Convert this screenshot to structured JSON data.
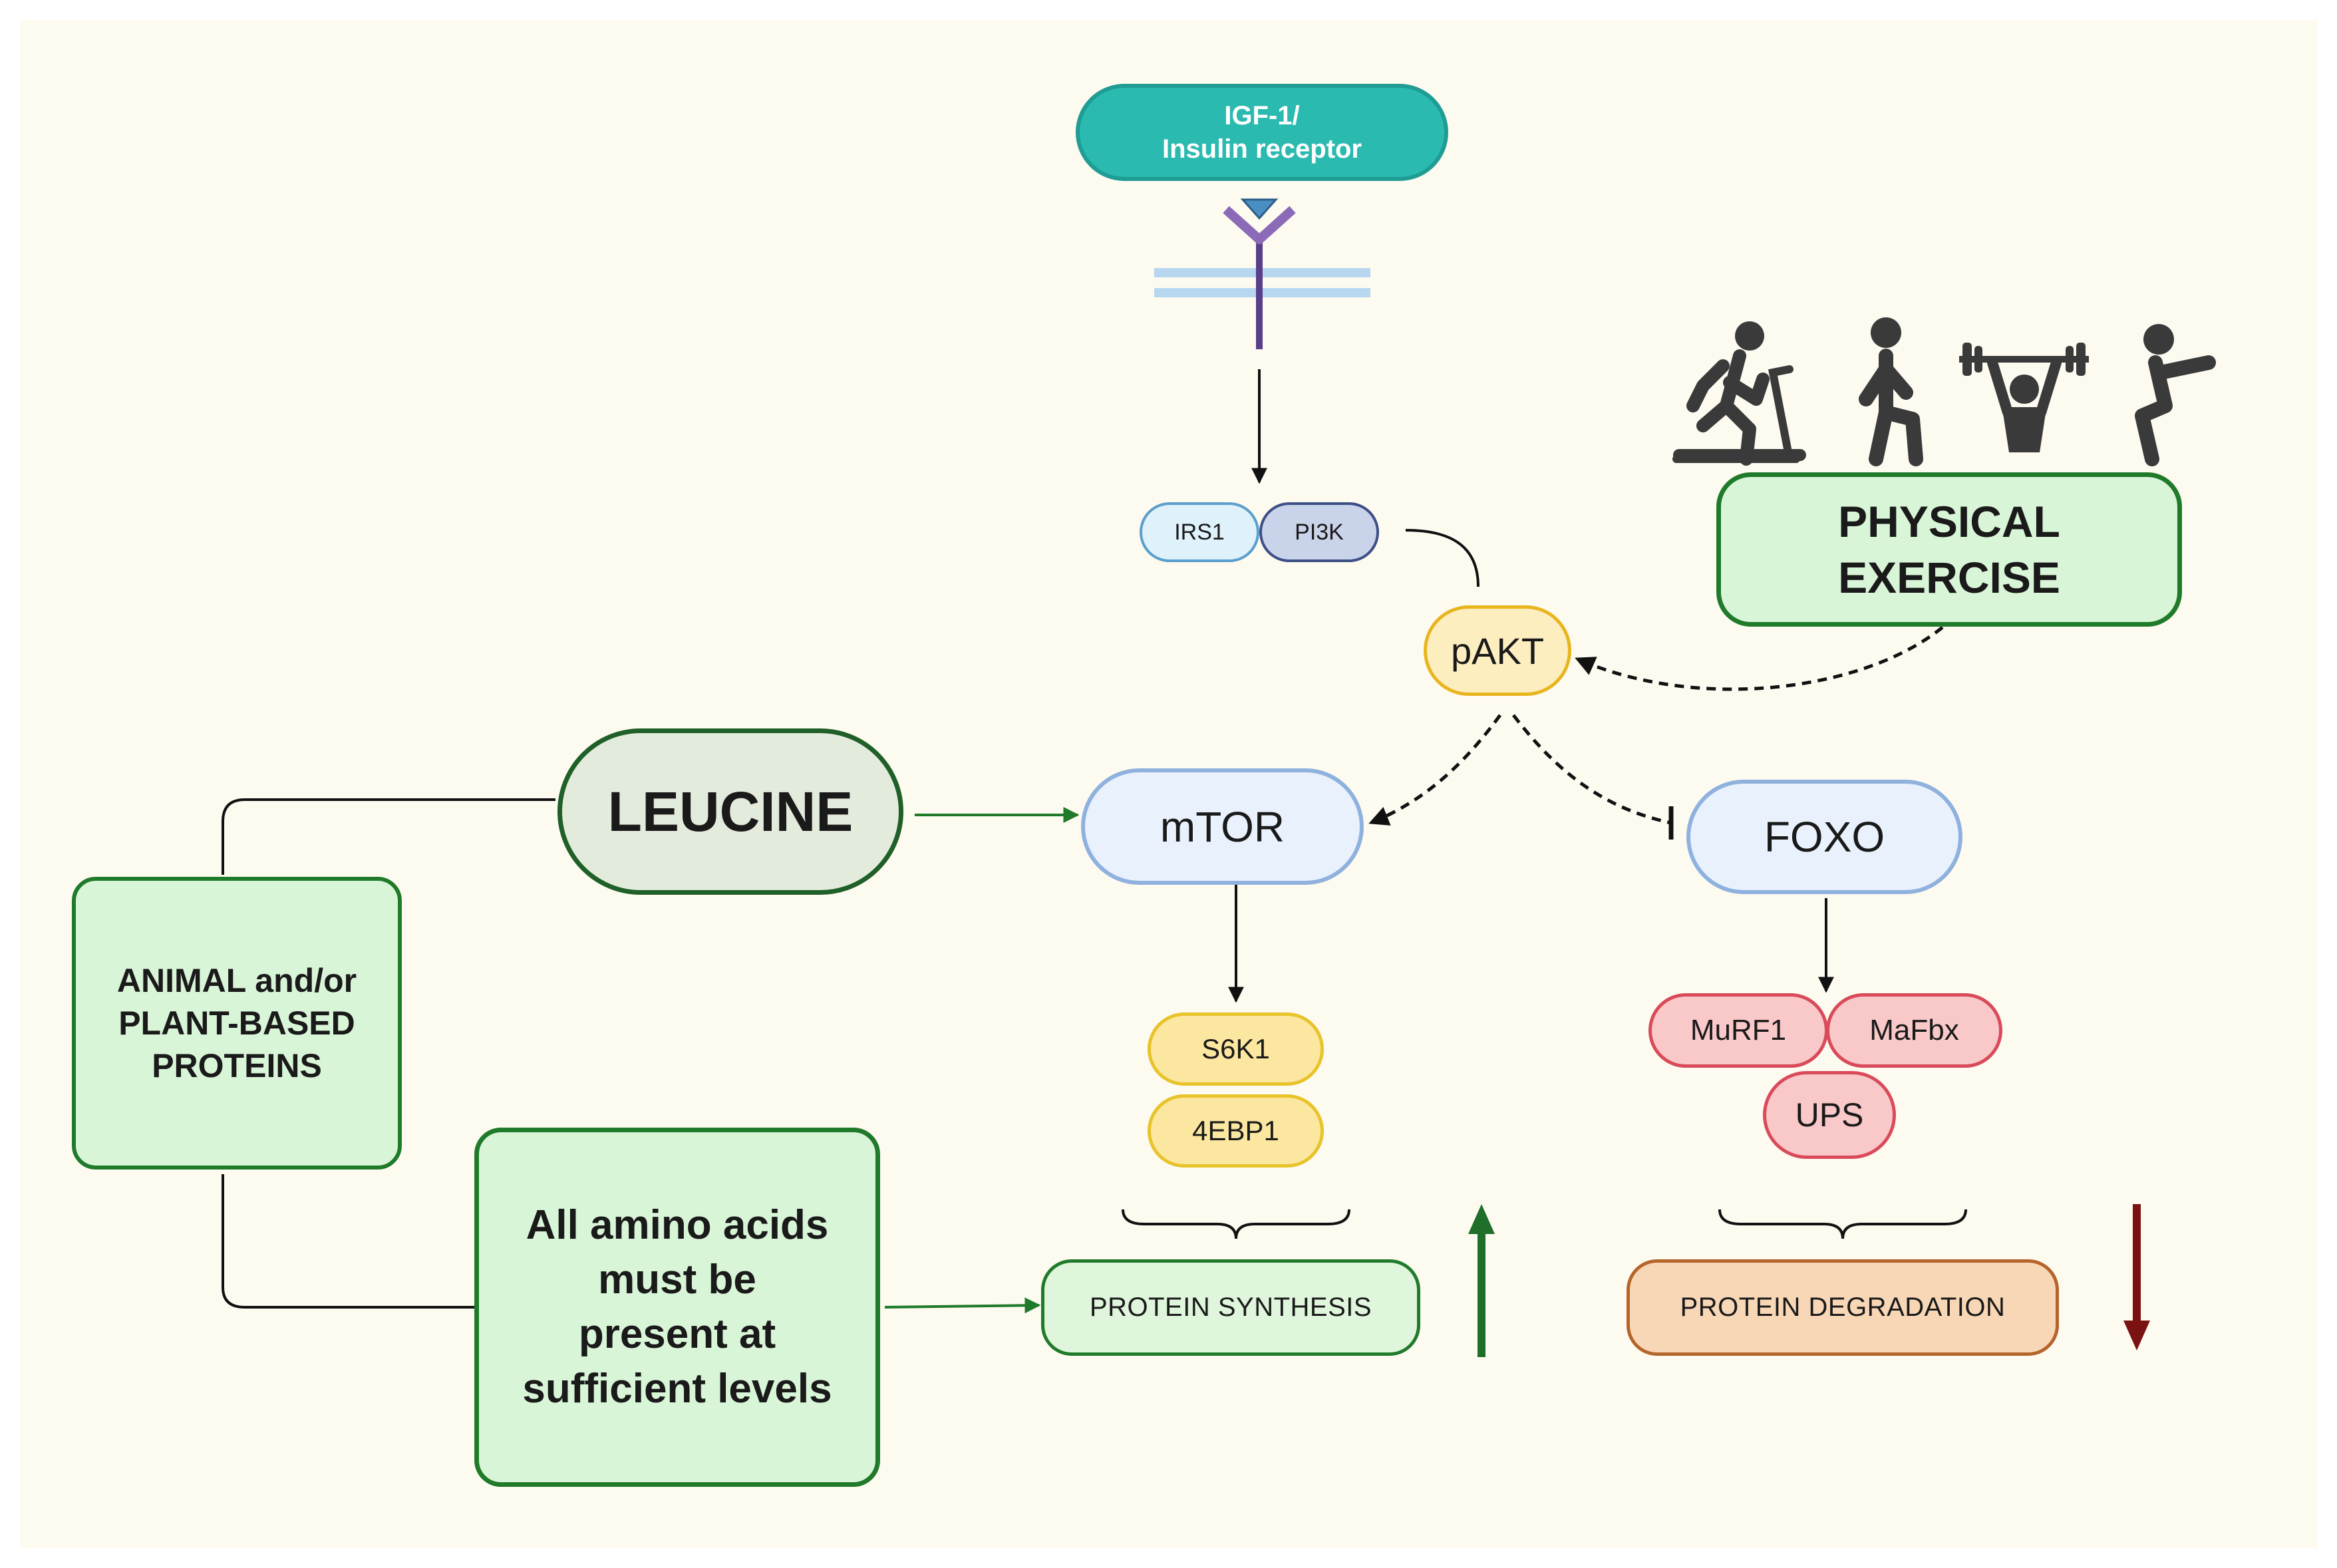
{
  "receptor": {
    "line1": "IGF-1/",
    "line2": "Insulin receptor"
  },
  "nodes": {
    "irs1": "IRS1",
    "pi3k": "PI3K",
    "pakt": "pAKT",
    "mtor": "mTOR",
    "foxo": "FOXO",
    "s6k1": "S6K1",
    "4ebp1": "4EBP1",
    "murf1": "MuRF1",
    "mafbx": "MaFbx",
    "ups": "UPS",
    "leucine": "LEUCINE"
  },
  "boxes": {
    "exercise_line1": "PHYSICAL",
    "exercise_line2": "EXERCISE",
    "proteins_line1": "ANIMAL and/or",
    "proteins_line2": "PLANT-BASED",
    "proteins_line3": "PROTEINS",
    "amino_line1": "All amino acids",
    "amino_line2": "must be",
    "amino_line3": "present at",
    "amino_line4": "sufficient levels"
  },
  "outcomes": {
    "synthesis": "PROTEIN SYNTHESIS",
    "degradation": "PROTEIN DEGRADATION"
  },
  "icons": [
    "treadmill-runner-icon",
    "step-up-icon",
    "weightlifter-icon",
    "squat-icon",
    "receptor-icon",
    "up-arrow-icon",
    "down-arrow-icon"
  ],
  "colors": {
    "teal": "#2bbab0",
    "green_box": "#d9f5d8",
    "green_border": "#1f7a2a",
    "yellow": "#fbe7a0",
    "red": "#f9c8c8",
    "blue": "#e8f1fc",
    "up_arrow": "#1f6e2a",
    "down_arrow": "#7a1212"
  }
}
